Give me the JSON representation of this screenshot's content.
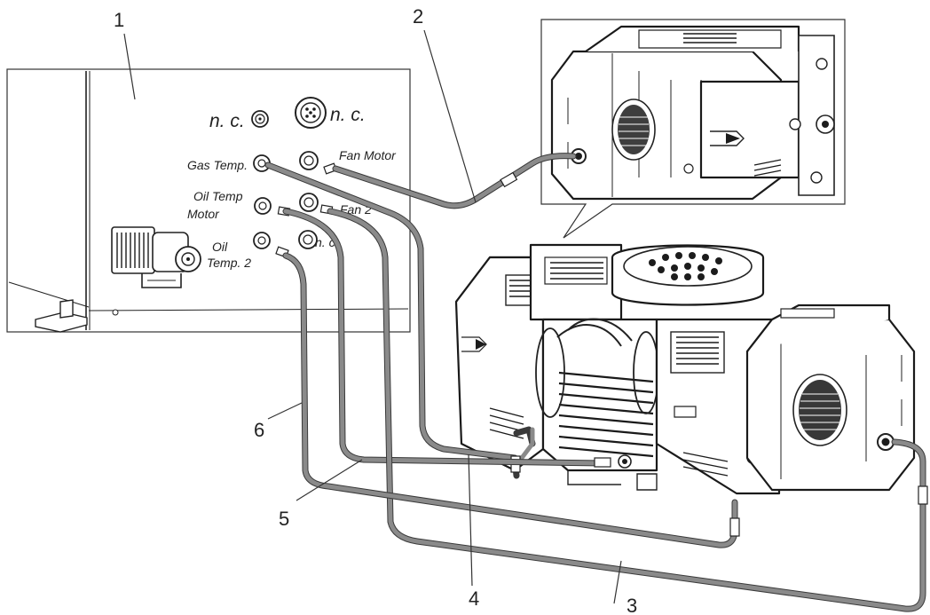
{
  "callouts": [
    "1",
    "2",
    "3",
    "4",
    "5",
    "6"
  ],
  "connectors": {
    "nc_top_left": "n. c.",
    "nc_top_right": "n. c.",
    "gas_temp": "Gas Temp.",
    "fan_motor": "Fan Motor",
    "oil_temp_motor_line1": "Oil Temp",
    "oil_temp_motor_line2": "Motor",
    "fan_2": "Fan 2",
    "oil_temp_2_line1": "Oil",
    "oil_temp_2_line2": "Temp. 2",
    "nc_bottom": "n. c."
  },
  "icons": {
    "connector": "round-socket-icon",
    "motor": "motor-icon",
    "plug": "plug-icon"
  },
  "colors": {
    "cable": "#8a8a8a",
    "line": "#1a1a1a"
  }
}
